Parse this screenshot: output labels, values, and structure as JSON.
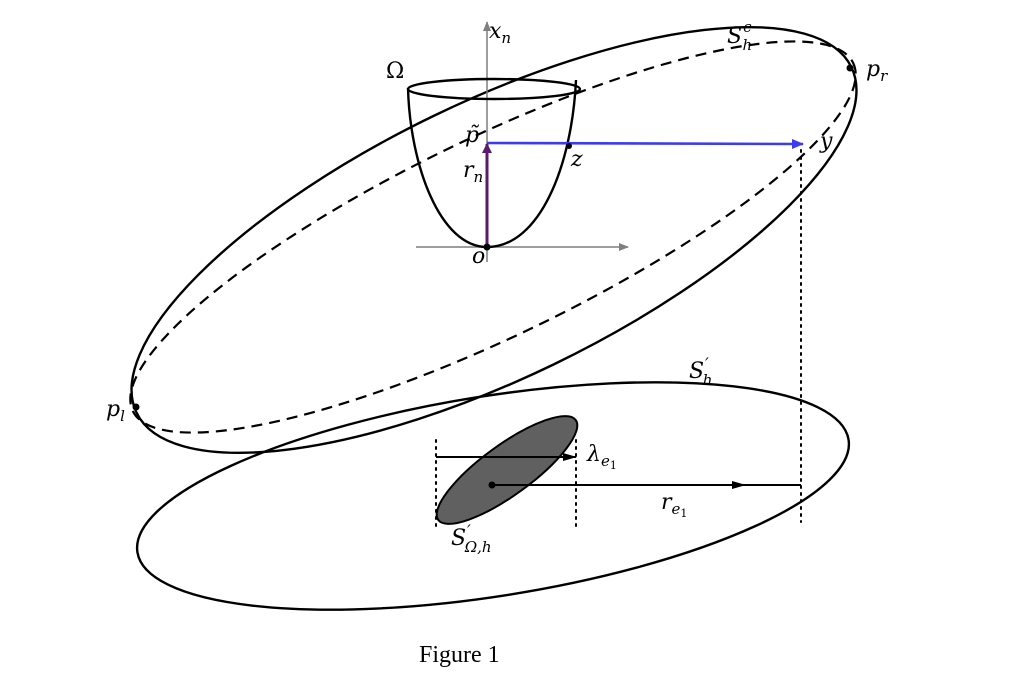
{
  "labels": {
    "xn": {
      "main": "x",
      "sub": "n"
    },
    "omega": "Ω",
    "shc": {
      "main": "S",
      "sub": "h",
      "sup": "c"
    },
    "pr": {
      "main": "p",
      "sub": "r"
    },
    "pl": {
      "main": "p",
      "sub": "l"
    },
    "ptilde": "p̃",
    "rn": {
      "main": "r",
      "sub": "n"
    },
    "z": "z",
    "y": "y",
    "o": "o",
    "shprime": {
      "main": "S",
      "sub": "h",
      "sup": "′"
    },
    "lambda": {
      "main": "λ",
      "sub": "e",
      "subsub": "1"
    },
    "re1": {
      "main": "r",
      "sub": "e",
      "subsub": "1"
    },
    "somega": {
      "main": "S",
      "sub": "Ω,h",
      "sup": "′"
    }
  },
  "caption": "Figure 1",
  "colors": {
    "ink": "#000000",
    "axis": "#7f7f7f",
    "blue_arrow": "#3b3bf0",
    "purple_arrow": "#5a1a6e",
    "shaded": "#606060"
  }
}
